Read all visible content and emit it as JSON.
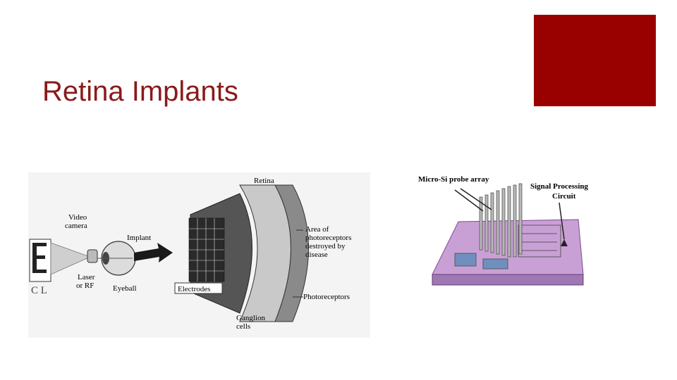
{
  "slide": {
    "title": "Retina Implants",
    "accent_color": "#990000"
  },
  "figure_left": {
    "labels": {
      "retina": "Retina",
      "video_camera_1": "Video",
      "video_camera_2": "camera",
      "implant": "Implant",
      "laser_1": "Laser",
      "laser_2": "or RF",
      "eyeball": "Eyeball",
      "electrodes": "Electrodes",
      "area_1": "Area of",
      "area_2": "photoreceptors",
      "area_3": "destroyed by",
      "area_4": "disease",
      "photoreceptors": "Photoreceptors",
      "ganglion_1": "Ganglion",
      "ganglion_2": "cells",
      "chart_letters": "C L"
    }
  },
  "figure_right": {
    "labels": {
      "probe_array": "Micro-Si probe array",
      "signal_1": "Signal Processing",
      "signal_2": "Circuit"
    }
  }
}
